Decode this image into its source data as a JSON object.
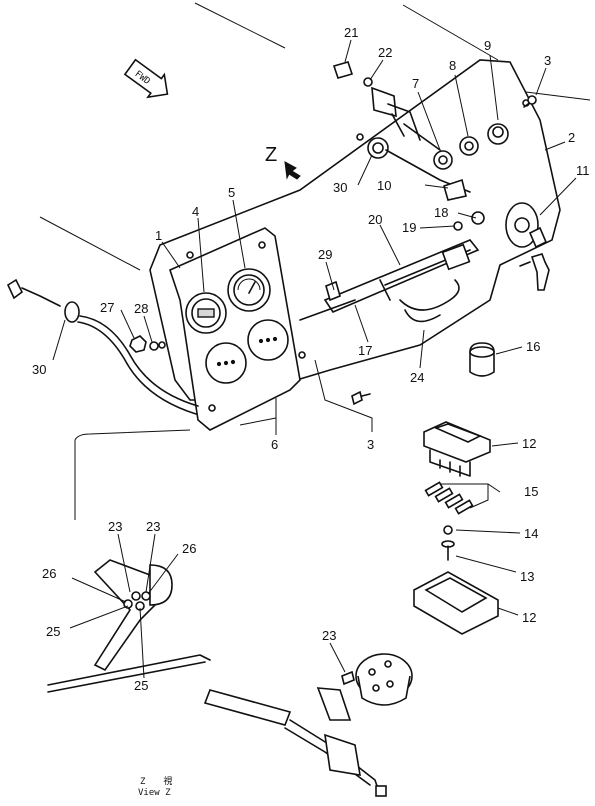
{
  "direction_tag": "FWD",
  "view_marker": "Z",
  "view_caption": {
    "line1": "Z　　視",
    "line2": "View Z"
  },
  "callouts": [
    {
      "id": "c21a",
      "label": "21"
    },
    {
      "id": "c22",
      "label": "22"
    },
    {
      "id": "c9",
      "label": "9"
    },
    {
      "id": "c3a",
      "label": "3"
    },
    {
      "id": "c8",
      "label": "8"
    },
    {
      "id": "c7",
      "label": "7"
    },
    {
      "id": "c2",
      "label": "2"
    },
    {
      "id": "c30a",
      "label": "30"
    },
    {
      "id": "c10",
      "label": "10"
    },
    {
      "id": "c11",
      "label": "11"
    },
    {
      "id": "c5",
      "label": "5"
    },
    {
      "id": "c4",
      "label": "4"
    },
    {
      "id": "c18",
      "label": "18"
    },
    {
      "id": "c19",
      "label": "19"
    },
    {
      "id": "c20",
      "label": "20"
    },
    {
      "id": "c1",
      "label": "1"
    },
    {
      "id": "c29",
      "label": "29"
    },
    {
      "id": "c27",
      "label": "27"
    },
    {
      "id": "c28",
      "label": "28"
    },
    {
      "id": "c17",
      "label": "17"
    },
    {
      "id": "c16",
      "label": "16"
    },
    {
      "id": "c24",
      "label": "24"
    },
    {
      "id": "c30b",
      "label": "30"
    },
    {
      "id": "c3b",
      "label": "3"
    },
    {
      "id": "c6",
      "label": "6"
    },
    {
      "id": "c12a",
      "label": "12"
    },
    {
      "id": "c15",
      "label": "15"
    },
    {
      "id": "c14",
      "label": "14"
    },
    {
      "id": "c13",
      "label": "13"
    },
    {
      "id": "c12b",
      "label": "12"
    },
    {
      "id": "c23a",
      "label": "23"
    },
    {
      "id": "c23b",
      "label": "23"
    },
    {
      "id": "c26a",
      "label": "26"
    },
    {
      "id": "c26b",
      "label": "26"
    },
    {
      "id": "c25a",
      "label": "25"
    },
    {
      "id": "c25b",
      "label": "25"
    },
    {
      "id": "c23c",
      "label": "23"
    }
  ]
}
